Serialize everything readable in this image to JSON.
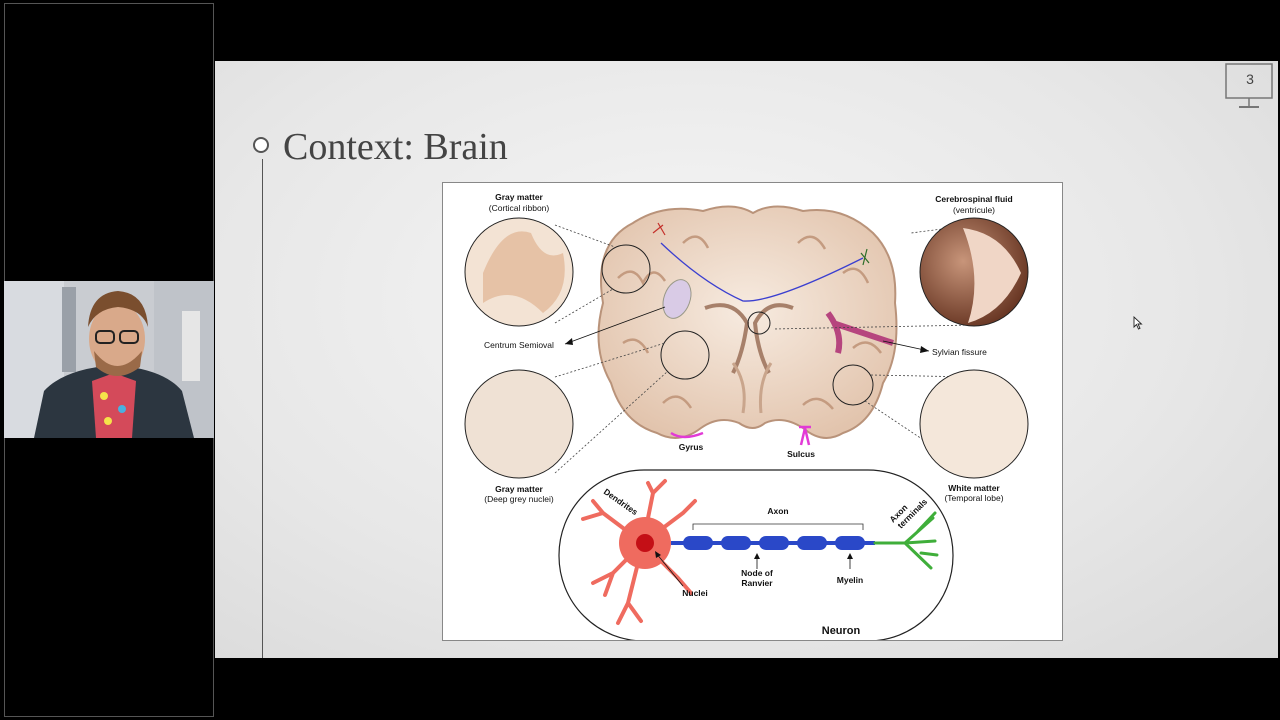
{
  "slide": {
    "number": "3",
    "title": "Context: Brain"
  },
  "figure": {
    "labels": {
      "gray_matter_top": "Gray matter",
      "gray_matter_top_sub": "(Cortical ribbon)",
      "csf": "Cerebrospinal fluid",
      "csf_sub": "(ventricule)",
      "centrum": "Centrum Semioval",
      "sylvian": "Sylvian fissure",
      "gyrus": "Gyrus",
      "sulcus": "Sulcus",
      "gray_matter_bottom": "Gray matter",
      "gray_matter_bottom_sub": "(Deep grey nuclei)",
      "white_matter": "White matter",
      "white_matter_sub": "(Temporal lobe)",
      "dendrites": "Dendrites",
      "axon": "Axon",
      "axon_terminals_1": "Axon",
      "axon_terminals_2": "terminals",
      "node_1": "Node of",
      "node_2": "Ranvier",
      "myelin": "Myelin",
      "nuclei": "Nuclei",
      "neuron": "Neuron"
    }
  },
  "colors": {
    "brain": "#efd9c8",
    "brain_edge": "#b9937a",
    "dendrite": "#ef6b5f",
    "myelin": "#2a48c8",
    "terminals": "#3fae3a",
    "sylvian": "#b6457e",
    "highlight": "#e23ad6"
  },
  "icons": [
    "presenter-monitor-icon",
    "mouse-cursor-icon"
  ]
}
